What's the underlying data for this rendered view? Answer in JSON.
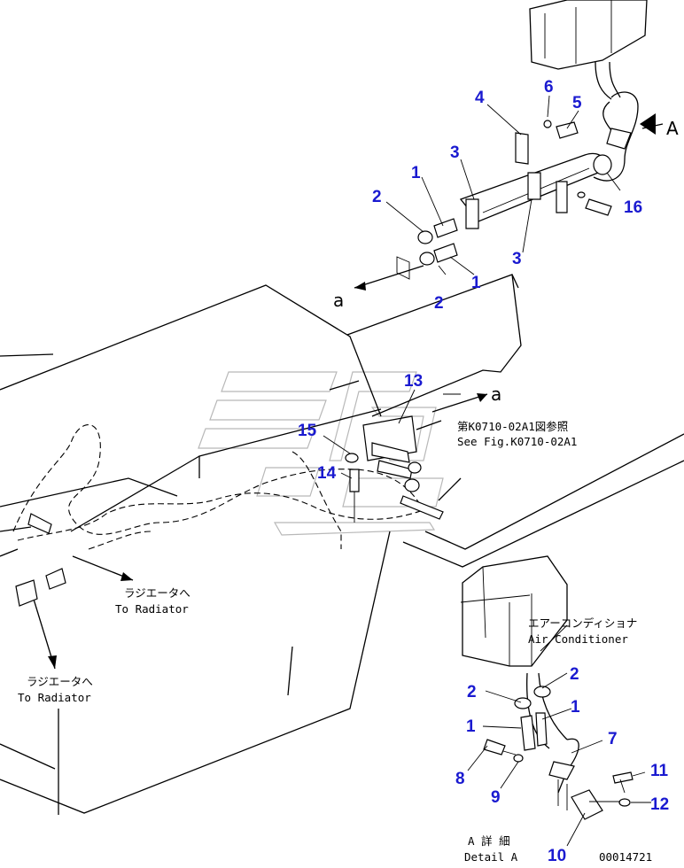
{
  "callouts": [
    {
      "id": "c1a",
      "text": "1"
    },
    {
      "id": "c1b",
      "text": "1"
    },
    {
      "id": "c1c",
      "text": "1"
    },
    {
      "id": "c1d",
      "text": "1"
    },
    {
      "id": "c2a",
      "text": "2"
    },
    {
      "id": "c2b",
      "text": "2"
    },
    {
      "id": "c2c",
      "text": "2"
    },
    {
      "id": "c2d",
      "text": "2"
    },
    {
      "id": "c3a",
      "text": "3"
    },
    {
      "id": "c3b",
      "text": "3"
    },
    {
      "id": "c4",
      "text": "4"
    },
    {
      "id": "c5",
      "text": "5"
    },
    {
      "id": "c6",
      "text": "6"
    },
    {
      "id": "c7",
      "text": "7"
    },
    {
      "id": "c8",
      "text": "8"
    },
    {
      "id": "c9",
      "text": "9"
    },
    {
      "id": "c10",
      "text": "10"
    },
    {
      "id": "c11",
      "text": "11"
    },
    {
      "id": "c12",
      "text": "12"
    },
    {
      "id": "c13",
      "text": "13"
    },
    {
      "id": "c14",
      "text": "14"
    },
    {
      "id": "c15",
      "text": "15"
    },
    {
      "id": "c16",
      "text": "16"
    }
  ],
  "labels": {
    "view_a": "A",
    "ref_a_top": "a",
    "ref_a_mid": "a",
    "see_fig_jp": "第K0710-02A1図参照",
    "see_fig_en": "See Fig.K0710-02A1",
    "to_radiator_1_jp": "ラジエータへ",
    "to_radiator_1_en": "To Radiator",
    "to_radiator_2_jp": "ラジエータへ",
    "to_radiator_2_en": "To Radiator",
    "air_cond_jp": "エアーコンディショナ",
    "air_cond_en": "Air Conditioner",
    "detail_jp": "A 詳 細",
    "detail_en": "Detail A",
    "drawing_no": "00014721"
  },
  "colors": {
    "callout": "#1a1ad0",
    "line": "#000000",
    "watermark": "#b8b8b8"
  }
}
